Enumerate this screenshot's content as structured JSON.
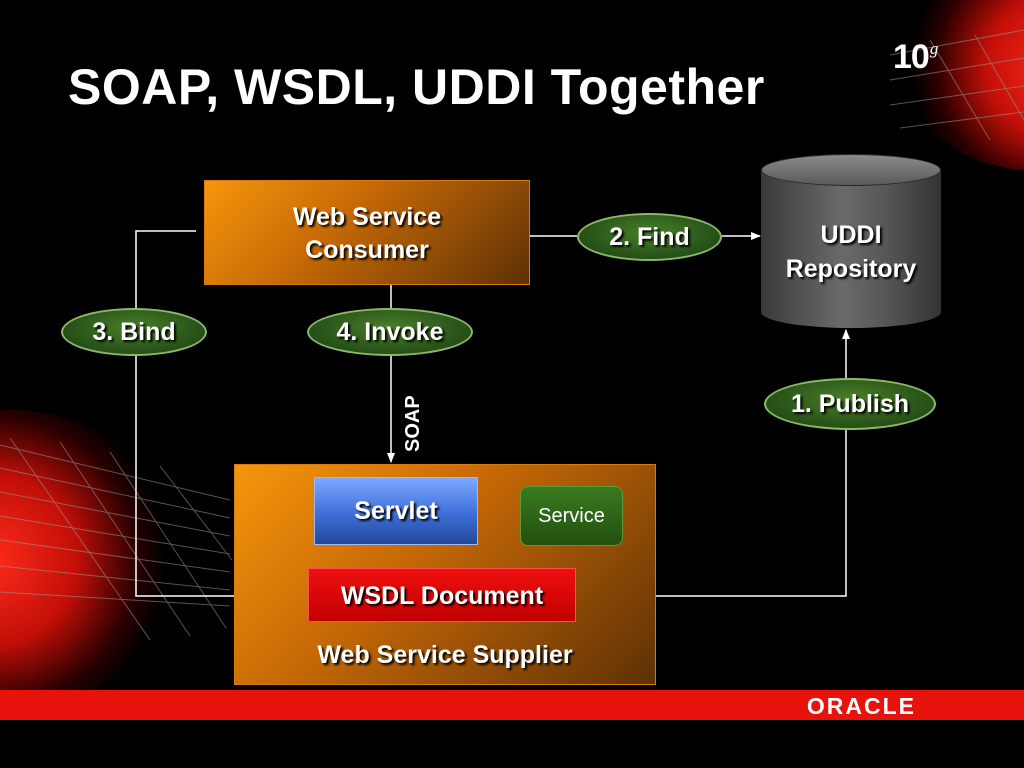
{
  "title": "SOAP, WSDL, UDDI Together",
  "logo_version": "10",
  "logo_superscript": "g",
  "consumer": {
    "line1": "Web Service",
    "line2": "Consumer"
  },
  "repository": {
    "line1": "UDDI",
    "line2": "Repository"
  },
  "steps": {
    "find": "2. Find",
    "bind": "3. Bind",
    "invoke": "4. Invoke",
    "publish": "1. Publish"
  },
  "soap_label": "SOAP",
  "supplier": {
    "label": "Web Service Supplier",
    "servlet": "Servlet",
    "service": "Service",
    "wsdl": "WSDL Document"
  },
  "footer": {
    "brand": "ORACLE"
  },
  "colors": {
    "background": "#000000",
    "accent_red": "#e8120c",
    "box_orange": "#f5960c",
    "pill_green": "#2a561a",
    "servlet_blue": "#3d6fd8",
    "wsdl_red": "#d00000"
  }
}
